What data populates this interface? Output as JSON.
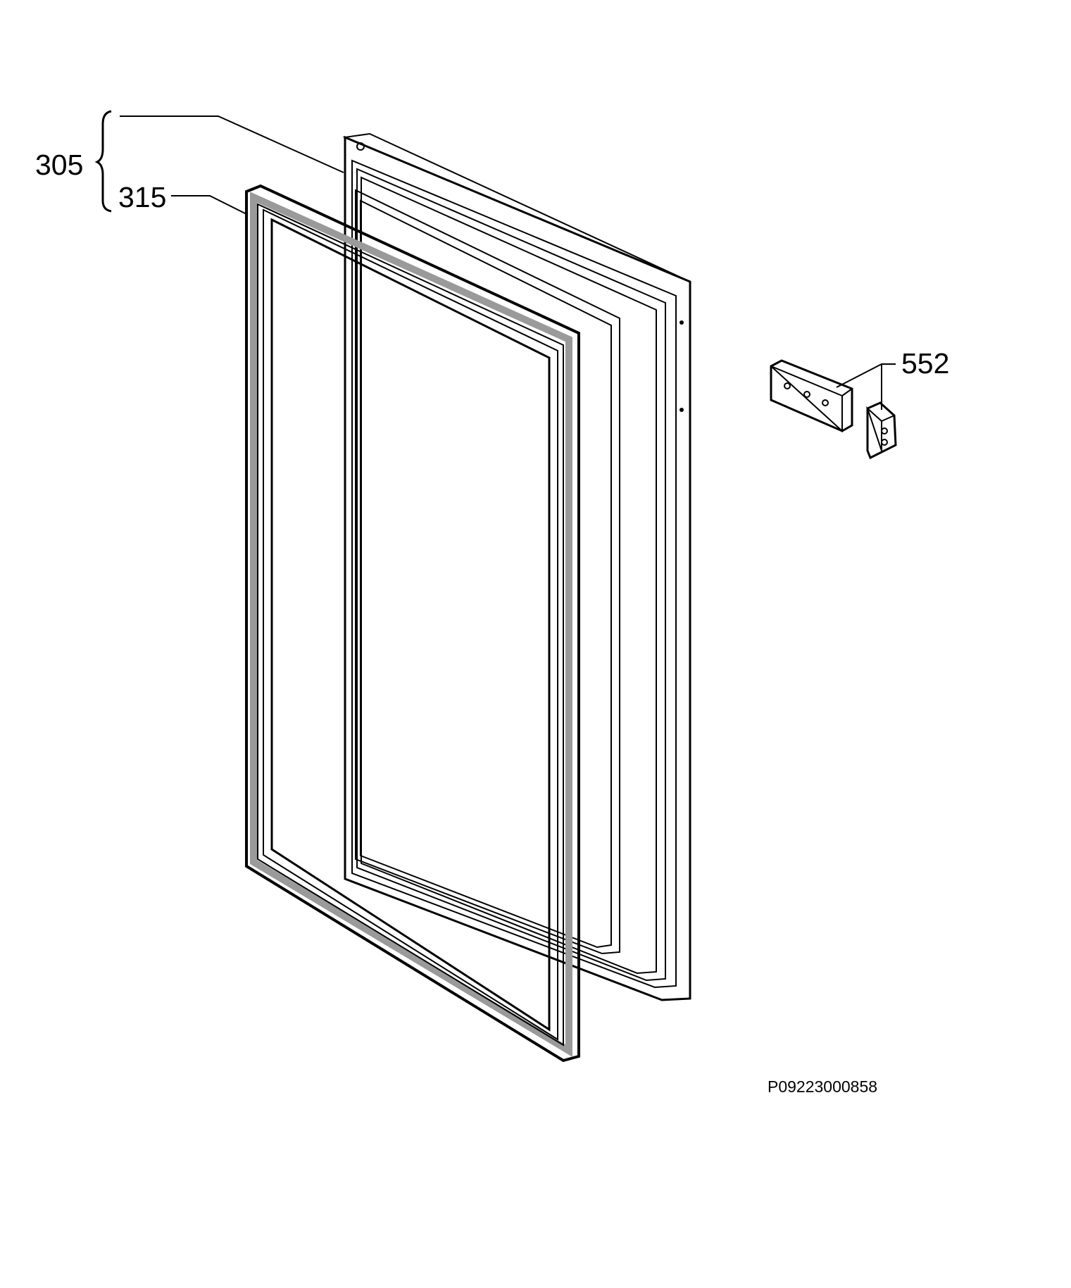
{
  "labels": {
    "door_assembly": "305",
    "door_gasket": "315",
    "hinge_kit": "552",
    "drawing_code": "P09223000858"
  },
  "colors": {
    "ink": "#000000",
    "paper": "#ffffff",
    "gasket_shade": "#9a9a9a"
  }
}
